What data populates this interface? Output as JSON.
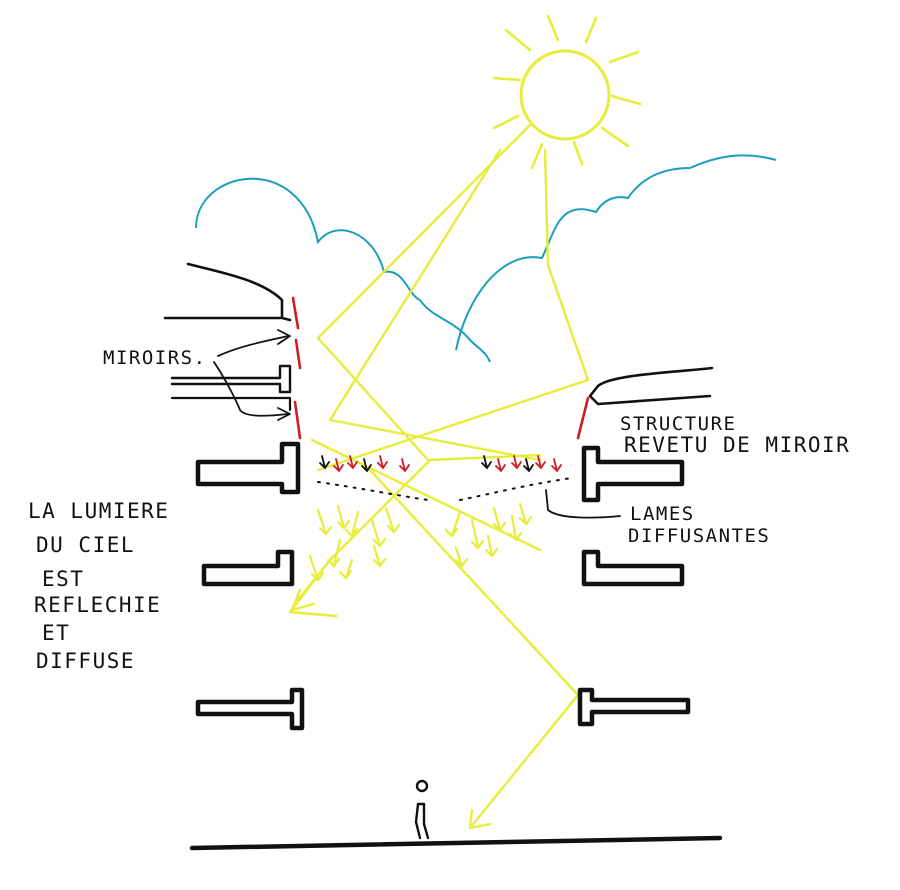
{
  "colors": {
    "ink": "#111111",
    "sunlight": "#e8ec3a",
    "sky": "#1b9dbd",
    "mirror": "#d01c24",
    "background": "#ffffff"
  },
  "labels": {
    "miroirs": "MIROIRS.",
    "structure": [
      "STRUCTURE",
      "REVETU DE MIROIR"
    ],
    "lames": [
      "LAMES",
      "DIFFUSANTES"
    ],
    "lumiere": [
      "LA LUMIERE",
      "DU CIEL",
      "EST",
      "REFLECHIE",
      "ET",
      "DIFFUSE"
    ]
  },
  "icons": {
    "sun": "sun-icon",
    "person": "person-icon",
    "clouds": "cloud-outline-icon"
  }
}
